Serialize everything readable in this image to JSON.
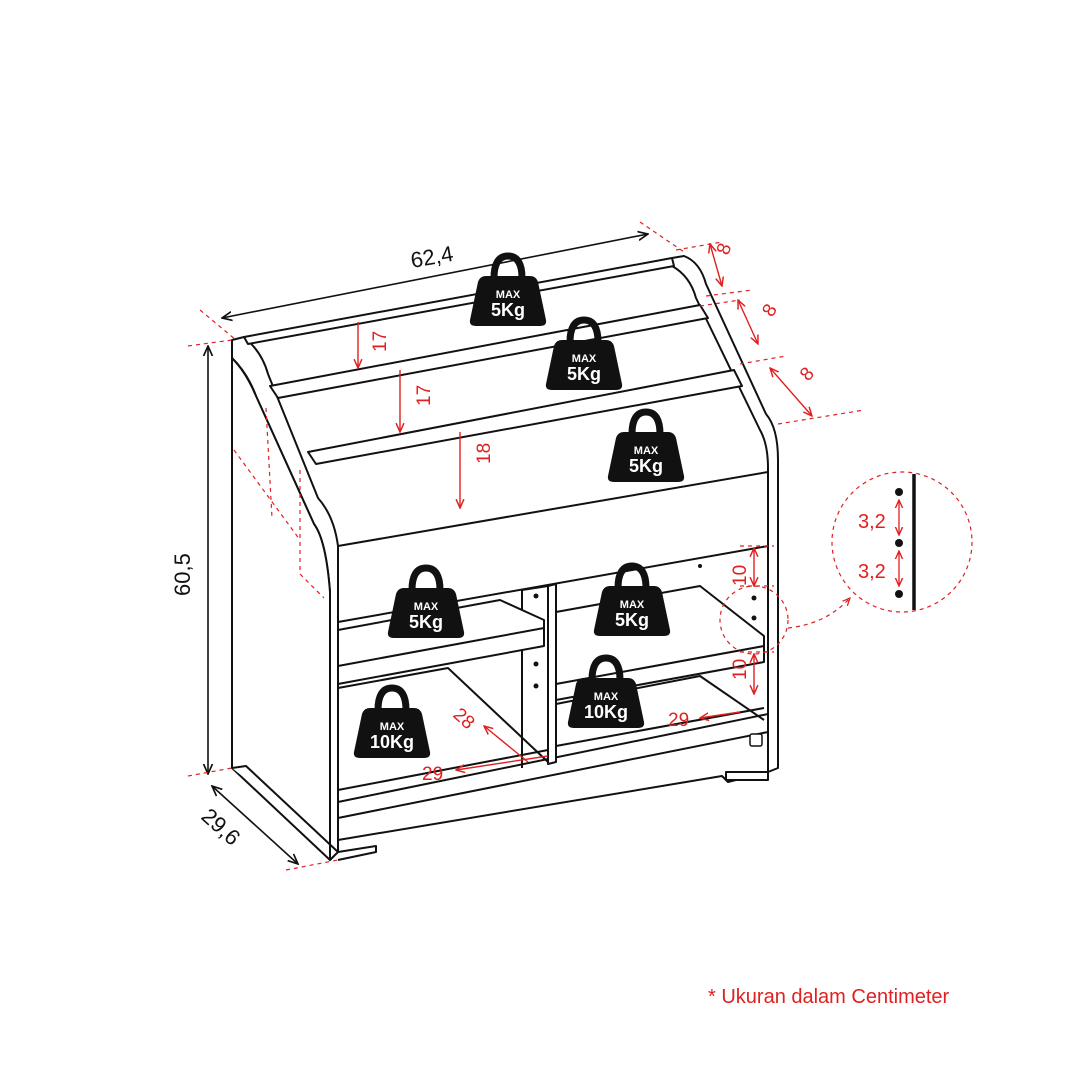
{
  "dimensions": {
    "width": "62,4",
    "height": "60,5",
    "depth": "29,6"
  },
  "inner_dimensions": {
    "slot_depth_1": "8",
    "slot_depth_2": "8",
    "slot_depth_3": "8",
    "slot_height_1": "17",
    "slot_height_2": "17",
    "slot_height_3": "18",
    "shelf_gap_upper": "10",
    "shelf_gap_lower": "10",
    "cubby_depth": "28",
    "cubby_width_left": "29",
    "cubby_width_right": "29"
  },
  "detail": {
    "hole_spacing_1": "3,2",
    "hole_spacing_2": "3,2"
  },
  "weights": [
    {
      "max": "MAX",
      "load": "5Kg"
    },
    {
      "max": "MAX",
      "load": "5Kg"
    },
    {
      "max": "MAX",
      "load": "5Kg"
    },
    {
      "max": "MAX",
      "load": "5Kg"
    },
    {
      "max": "MAX",
      "load": "5Kg"
    },
    {
      "max": "MAX",
      "load": "10Kg"
    },
    {
      "max": "MAX",
      "load": "10Kg"
    }
  ],
  "footnote": "* Ukuran dalam Centimeter",
  "colors": {
    "line": "#111111",
    "dimension": "#e02020",
    "weight_fill": "#111111",
    "weight_text": "#ffffff"
  }
}
